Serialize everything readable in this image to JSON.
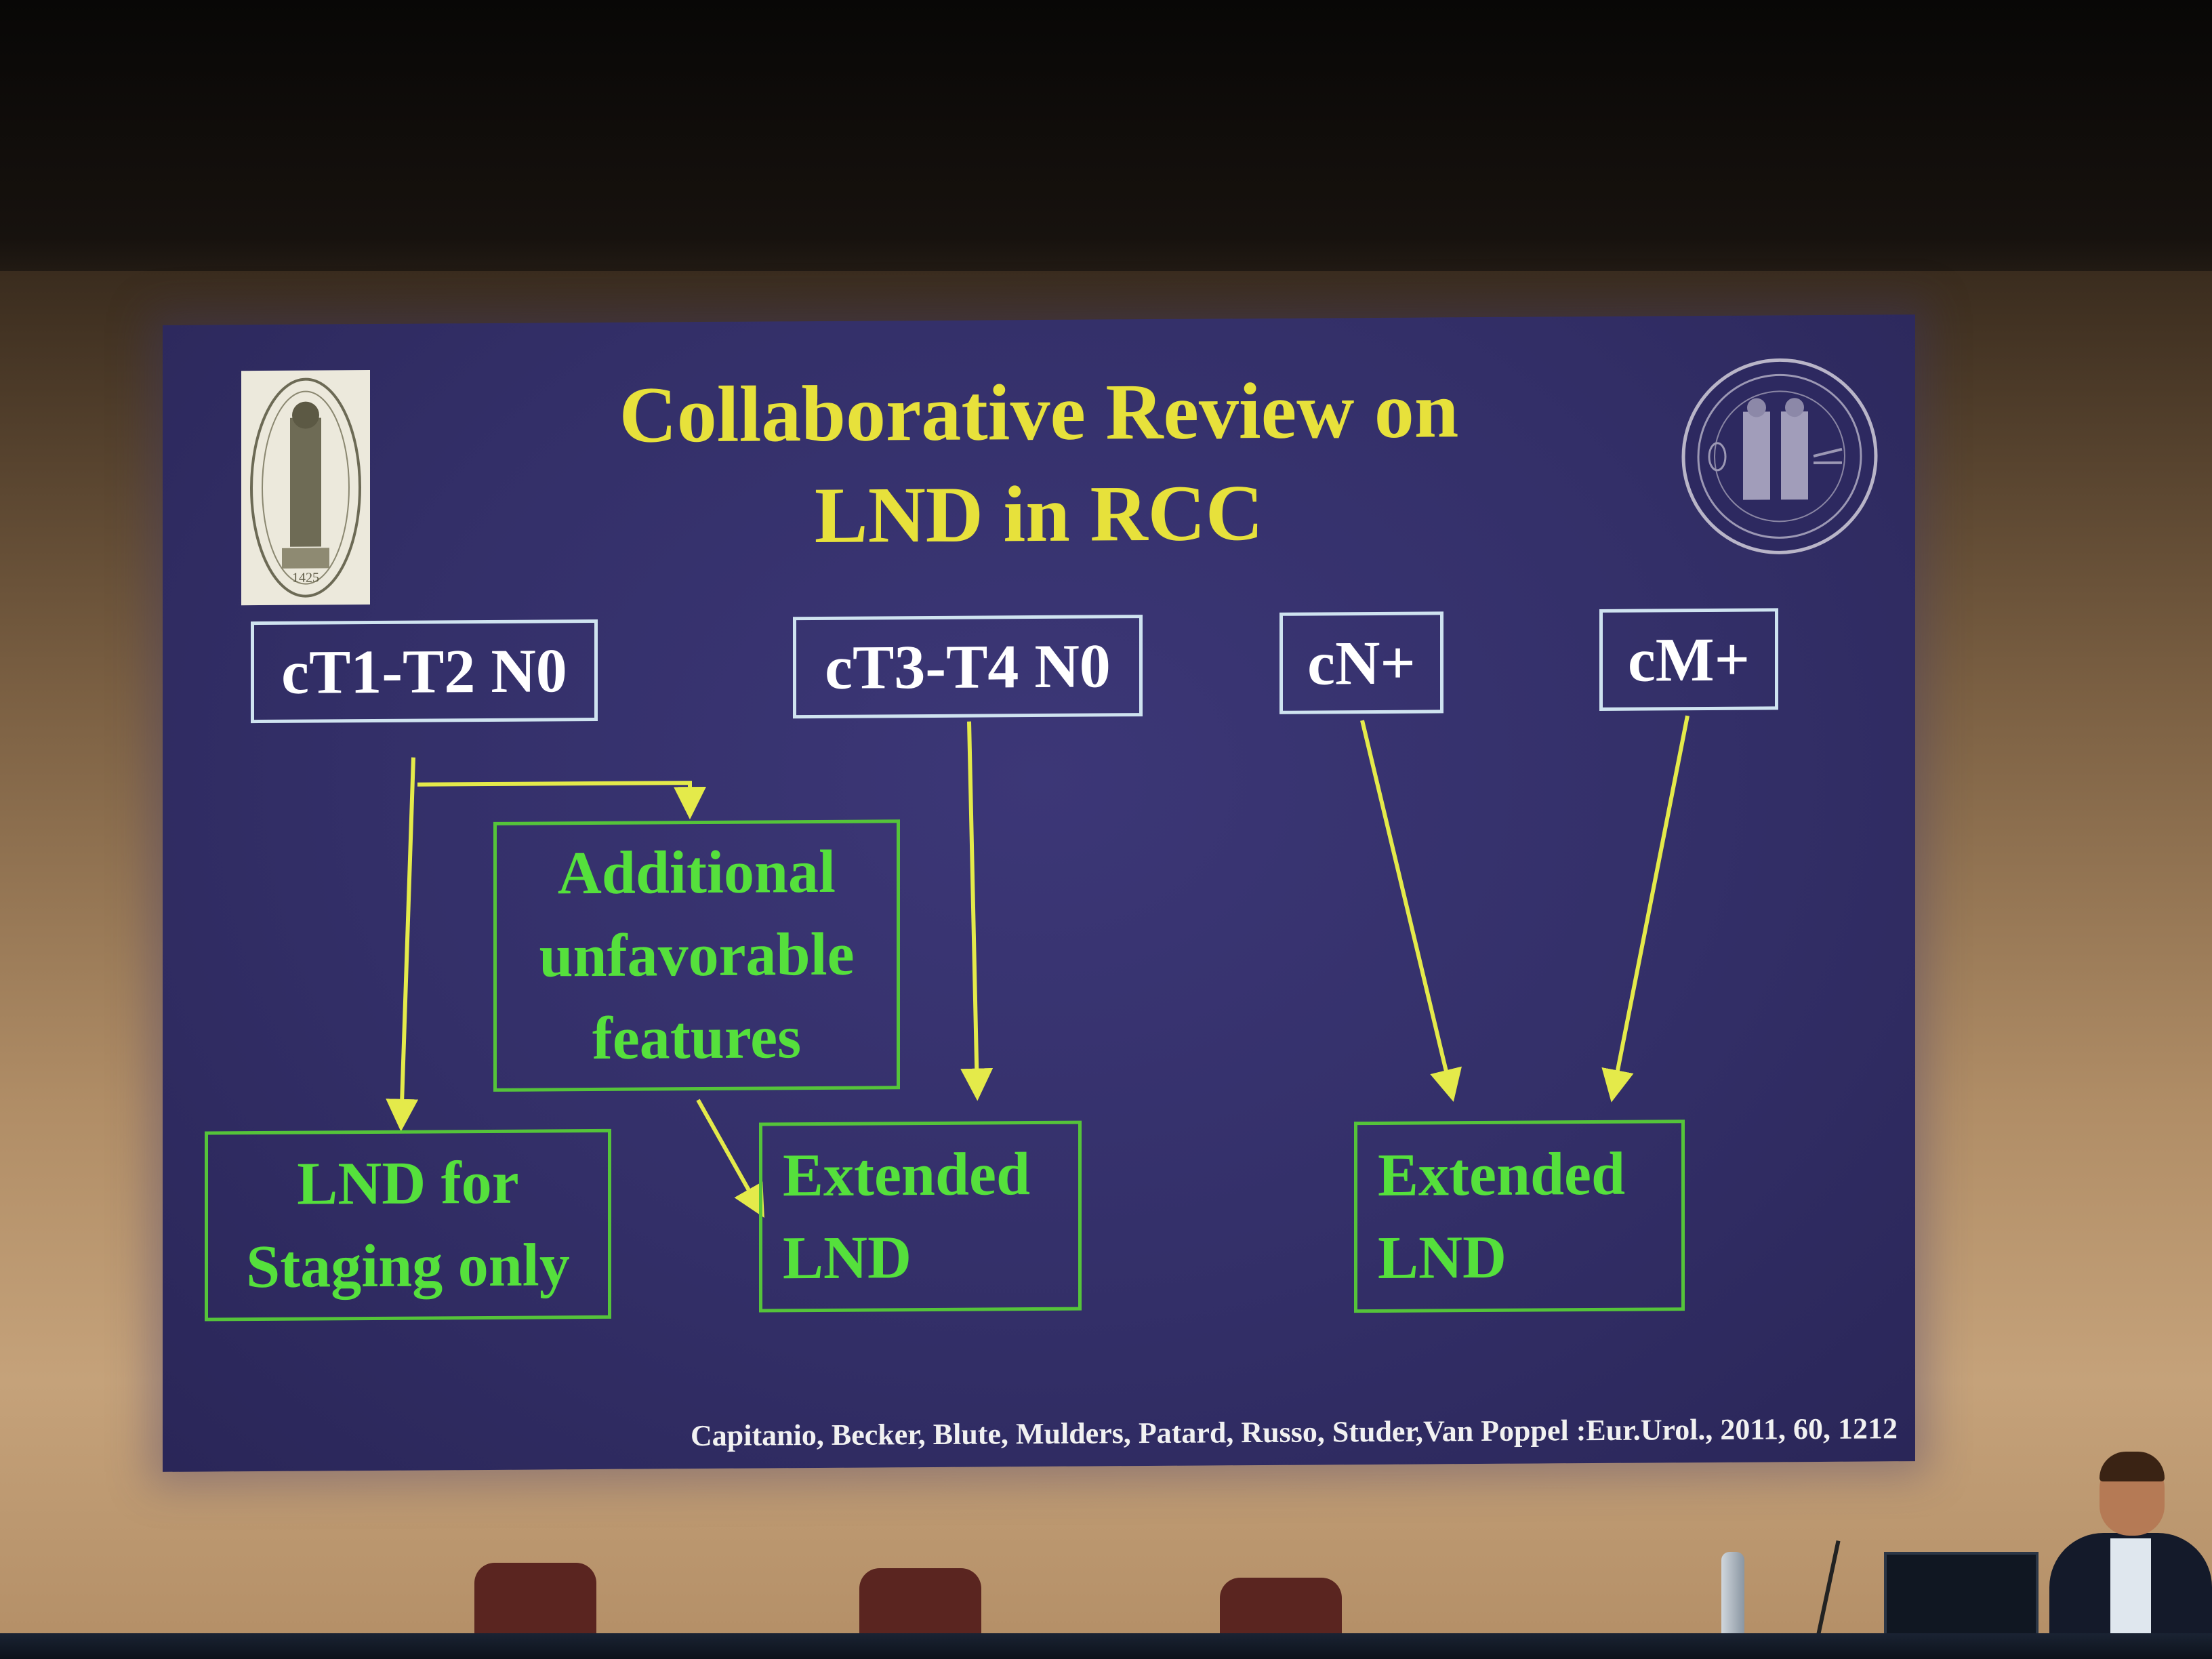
{
  "slide": {
    "title_line1": "Collaborative Review on",
    "title_line2": "LND in RCC",
    "stages": [
      "cT1-T2 N0",
      "cT3-T4 N0",
      "cN+",
      "cM+"
    ],
    "additional_features": [
      "Additional",
      "unfavorable",
      "features"
    ],
    "outcome_staging": [
      "LND for",
      "Staging only"
    ],
    "outcome_extended_1": [
      "Extended",
      "LND"
    ],
    "outcome_extended_2": [
      "Extended",
      "LND"
    ],
    "citation": "Capitanio, Becker, Blute, Mulders, Patard, Russo, Studer,Van Poppel :Eur.Urol., 2011, 60, 1212",
    "logo_left_year": "1425"
  },
  "colors": {
    "slide_bg": "#332f68",
    "title": "#e7e13b",
    "arrow": "#e4ea4a",
    "green_text": "#55e03c",
    "stage_border": "#cfe3f0"
  }
}
